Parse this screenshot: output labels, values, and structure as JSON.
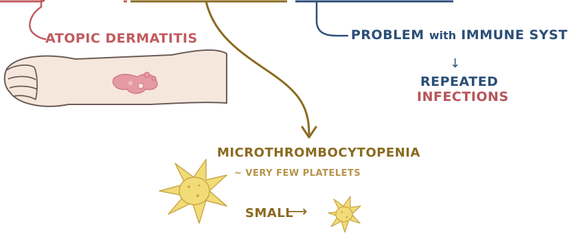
{
  "colors": {
    "red_branch": "#c05a5e",
    "gold_branch": "#8a6a1f",
    "blue_branch": "#2c4f78",
    "platelet_fill": "#f2dc78",
    "platelet_outline": "#c9a94a",
    "skin": "#f6e7dd",
    "rash": "#e59aa3"
  },
  "atopic": {
    "label": "ATOPIC DERMATITIS"
  },
  "immune": {
    "prefix": "PROBLEM ",
    "with": "with",
    "suffix": " IMMUNE SYSTEM",
    "arrow": "↓",
    "repeated": "REPEATED",
    "infections": "INFECTIONS"
  },
  "platelets": {
    "title": "MICROTHROMBOCYTOPENIA",
    "subtitle": "~ VERY FEW PLATELETS",
    "small": "SMALL",
    "arrow": "⟶"
  },
  "icons": [
    "arm-with-rash-icon",
    "large-platelet-icon",
    "small-platelet-icon"
  ]
}
